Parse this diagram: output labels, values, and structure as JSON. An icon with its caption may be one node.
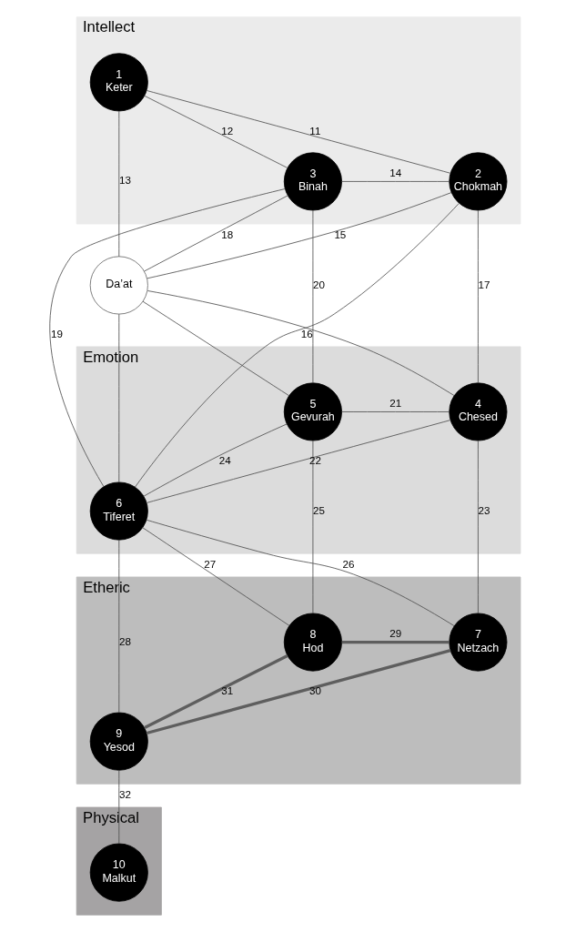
{
  "diagram": {
    "nodes": [
      {
        "text": [
          "Intellect"
        ]
      },
      {
        "text": [
          "1",
          "Keter"
        ],
        "in": 0
      },
      {
        "text": [
          "3",
          "Binah"
        ],
        "in": 0
      },
      {
        "text": [
          "2",
          "Chokmah"
        ],
        "in": 0
      },
      {
        "text": [
          "Da’at"
        ]
      },
      {
        "text": [
          "Emotion"
        ]
      },
      {
        "text": [
          "5",
          "Gevurah"
        ],
        "in": 5
      },
      {
        "text": [
          "4",
          "Chesed"
        ],
        "in": 5
      },
      {
        "text": [
          "6",
          "Tiferet"
        ],
        "in": 5
      },
      {
        "text": [
          "Etheric"
        ]
      },
      {
        "text": [
          "8",
          "Hod"
        ],
        "in": 9
      },
      {
        "text": [
          "7",
          "Netzach"
        ],
        "in": 9
      },
      {
        "text": [
          "9",
          "Yesod"
        ],
        "in": 9
      },
      {
        "text": [
          "Physical"
        ]
      },
      {
        "text": [
          "10",
          "Malkut"
        ],
        "in": 13
      }
    ],
    "edges": [
      {
        "from": 1,
        "to": 2,
        "arrow": "none",
        "label": "12"
      },
      {
        "from": 1,
        "to": 3,
        "arrow": "none",
        "label": "11"
      },
      {
        "from": 1,
        "to": 4,
        "arrow": "none",
        "label": "13"
      },
      {
        "from": 2,
        "to": 3,
        "arrow": "none",
        "label": "14"
      },
      {
        "from": 2,
        "to": 4,
        "arrow": "none",
        "label": "18"
      },
      {
        "from": 3,
        "to": 4,
        "arrow": "none",
        "label": "15"
      },
      {
        "from": 2,
        "to": 6,
        "arrow": "none",
        "label": "20"
      },
      {
        "from": 2,
        "to": 8,
        "arrow": "none",
        "label": "19"
      },
      {
        "from": 3,
        "to": 8,
        "arrow": "none",
        "label": "16"
      },
      {
        "from": 3,
        "to": 7,
        "arrow": "none",
        "label": "17"
      },
      {
        "from": 4,
        "to": 6,
        "arrow": "none"
      },
      {
        "from": 4,
        "to": 8,
        "arrow": "none"
      },
      {
        "from": 4,
        "to": 7,
        "arrow": "none"
      },
      {
        "from": 6,
        "to": 7,
        "arrow": "none",
        "label": "21"
      },
      {
        "from": 6,
        "to": 8,
        "arrow": "none",
        "label": "24"
      },
      {
        "from": 7,
        "to": 8,
        "arrow": "none",
        "label": "22"
      },
      {
        "from": 6,
        "to": 10,
        "arrow": "none",
        "label": "25"
      },
      {
        "from": 7,
        "to": 11,
        "arrow": "none",
        "label": "23"
      },
      {
        "from": 8,
        "to": 10,
        "arrow": "none",
        "label": "27"
      },
      {
        "from": 8,
        "to": 12,
        "arrow": "none",
        "label": "28"
      },
      {
        "from": 8,
        "to": 11,
        "arrow": "none",
        "label": "26"
      },
      {
        "from": 10,
        "to": 11,
        "arrow": "none",
        "label": "29",
        "style": "thick",
        "color": "#5e5e5e"
      },
      {
        "from": 10,
        "to": 12,
        "arrow": "none",
        "label": "31",
        "style": "thick",
        "color": "#5e5e5e"
      },
      {
        "from": 11,
        "to": 12,
        "arrow": "none",
        "label": "30",
        "style": "thick",
        "color": "#5e5e5e"
      },
      {
        "from": 12,
        "to": 14,
        "arrow": "none",
        "label": "32"
      }
    ]
  }
}
